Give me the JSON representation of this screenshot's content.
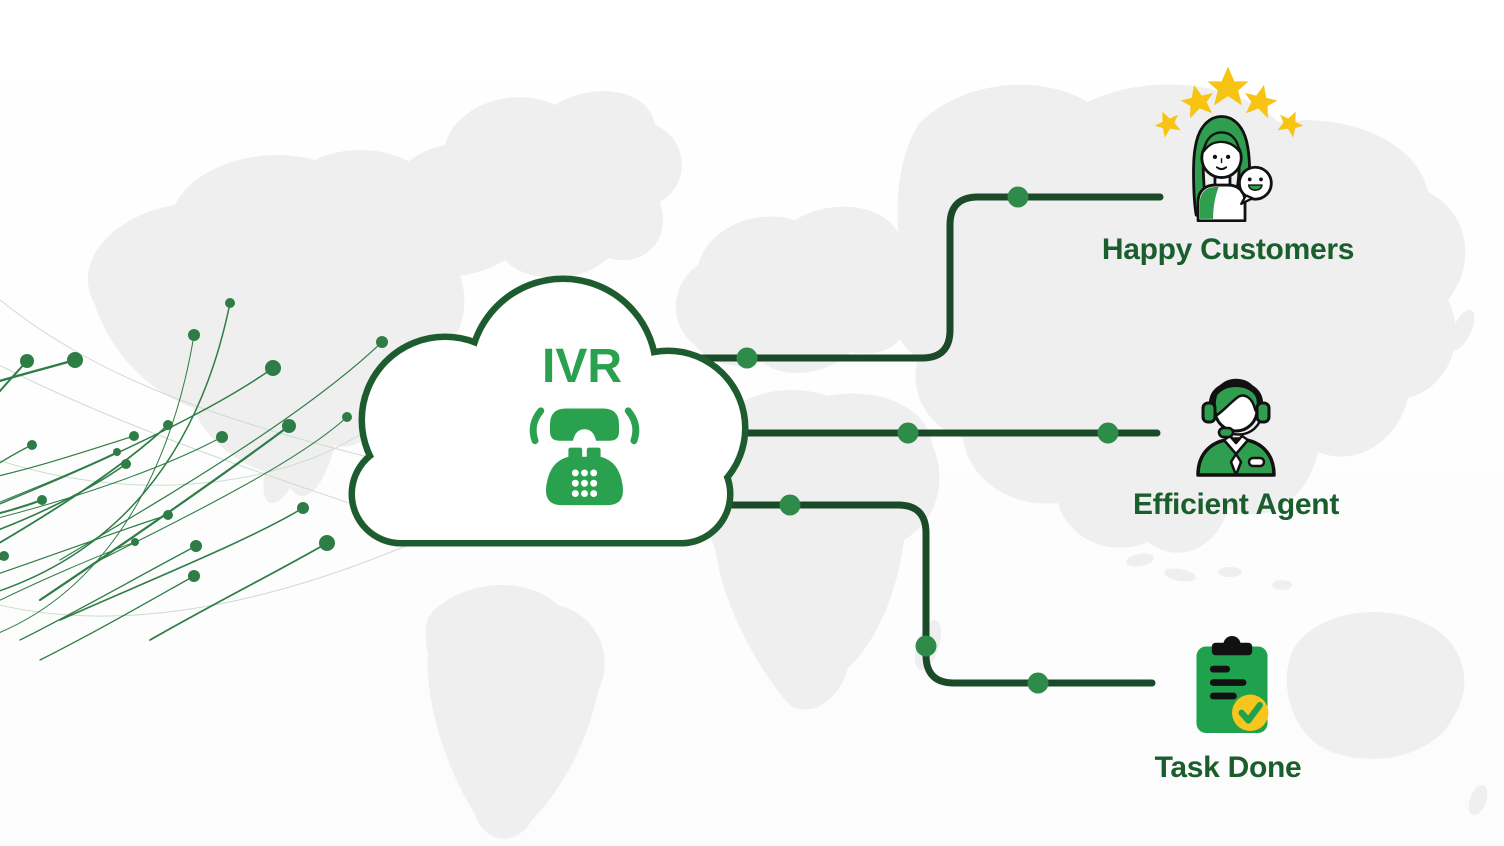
{
  "cloud": {
    "label": "IVR",
    "icon": "telephone-icon"
  },
  "nodes": [
    {
      "id": "happy-customers",
      "label": "Happy Customers",
      "icon": "happy-customer-icon",
      "rating_stars": 5
    },
    {
      "id": "efficient-agent",
      "label": "Efficient Agent",
      "icon": "support-agent-icon"
    },
    {
      "id": "task-done",
      "label": "Task Done",
      "icon": "clipboard-check-icon"
    }
  ],
  "colors": {
    "cloud_outline_green": "#1d5c2e",
    "connector_line_green": "#1b4a28",
    "connector_dot_green": "#2e8b4a",
    "accent_green": "#2aa14e",
    "icon_green": "#2f9e4f",
    "label_green": "#1b5e2d",
    "star_yellow": "#f7c414",
    "badge_yellow": "#f7c51e",
    "map_gray": "#efefef"
  },
  "decorations": [
    "world-map-background",
    "network-curves-decoration"
  ]
}
